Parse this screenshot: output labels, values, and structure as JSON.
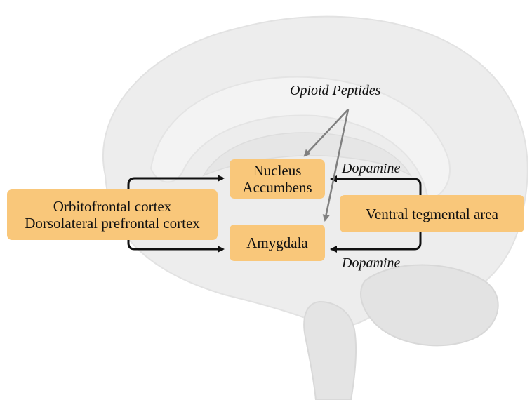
{
  "diagram": {
    "nodes": {
      "ofc": {
        "lines": [
          "Orbitofrontal cortex",
          "Dorsolateral prefrontal cortex"
        ]
      },
      "nacc": {
        "lines": [
          "Nucleus",
          "Accumbens"
        ]
      },
      "amygdala": {
        "lines": [
          "Amygdala"
        ]
      },
      "vta": {
        "lines": [
          "Ventral tegmental area"
        ]
      }
    },
    "labels": {
      "opioid": "Opioid Peptides",
      "dopamine_top": "Dopamine",
      "dopamine_bottom": "Dopamine"
    },
    "edges": [
      {
        "from": "ofc",
        "to": "nacc",
        "color": "#111111"
      },
      {
        "from": "ofc",
        "to": "amygdala",
        "color": "#111111"
      },
      {
        "from": "vta",
        "to": "nacc",
        "label": "Dopamine",
        "color": "#111111"
      },
      {
        "from": "vta",
        "to": "amygdala",
        "label": "Dopamine",
        "color": "#111111"
      },
      {
        "from": "opioid",
        "to": "nacc",
        "color": "#808080"
      },
      {
        "from": "opioid",
        "to": "amygdala",
        "color": "#808080"
      }
    ],
    "colors": {
      "box_fill": "#f9c77a",
      "arrow_dark": "#111111",
      "arrow_gray": "#808080",
      "brain_shade": "#ededed"
    },
    "background_image": "sagittal-brain-silhouette"
  }
}
